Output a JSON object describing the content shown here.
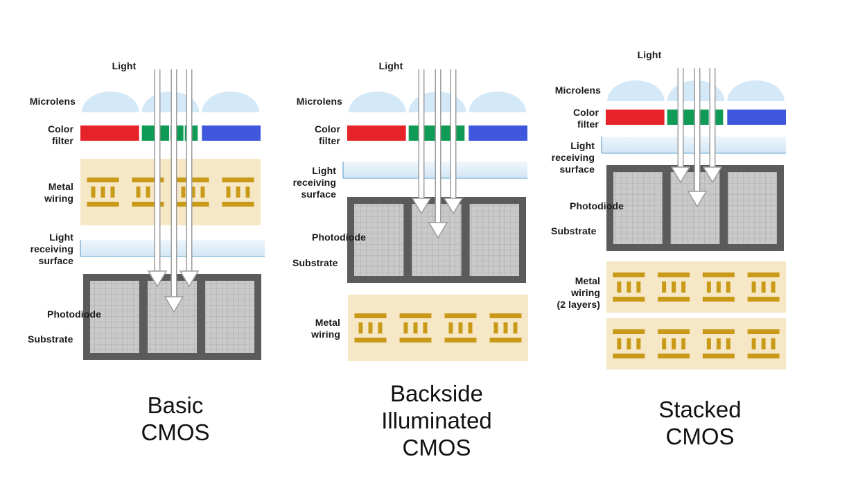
{
  "colors": {
    "microlens": "#d4e9f8",
    "filter_red": "#e52328",
    "filter_green": "#0f9a55",
    "filter_blue": "#3e57dd",
    "metal_bg": "#f6e8c6",
    "metal_bar": "#c99a17",
    "substrate": "#5b5b5b",
    "photodiode": "#c7c7c7",
    "light_surface": "#dcecf7",
    "light_surface_edge": "#7fb4d6",
    "arrow": "#ffffff",
    "arrow_stroke": "#9c9c9c"
  },
  "diagrams": [
    {
      "id": "basic",
      "title_lines": [
        "Basic",
        "CMOS"
      ],
      "labels": {
        "light": "Light",
        "microlens": "Microlens",
        "color_filter": [
          "Color",
          "filter"
        ],
        "metal_wiring": [
          "Metal",
          "wiring"
        ],
        "light_receiving": [
          "Light",
          "receiving",
          "surface"
        ],
        "photodiode": "Photodiode",
        "substrate": "Substrate"
      }
    },
    {
      "id": "bsi",
      "title_lines": [
        "Backside",
        "Illuminated",
        "CMOS"
      ],
      "labels": {
        "light": "Light",
        "microlens": "Microlens",
        "color_filter": [
          "Color",
          "filter"
        ],
        "light_receiving": [
          "Light",
          "receiving",
          "surface"
        ],
        "photodiode": "Photodiode",
        "substrate": "Substrate",
        "metal_wiring": [
          "Metal",
          "wiring"
        ]
      }
    },
    {
      "id": "stacked",
      "title_lines": [
        "Stacked",
        "CMOS"
      ],
      "labels": {
        "light": "Light",
        "microlens": "Microlens",
        "color_filter": [
          "Color",
          "filter"
        ],
        "light_receiving": [
          "Light",
          "receiving",
          "surface"
        ],
        "photodiode": "Photodiode",
        "substrate": "Substrate",
        "metal_wiring": [
          "Metal",
          "wiring",
          "(2 layers)"
        ]
      }
    }
  ]
}
